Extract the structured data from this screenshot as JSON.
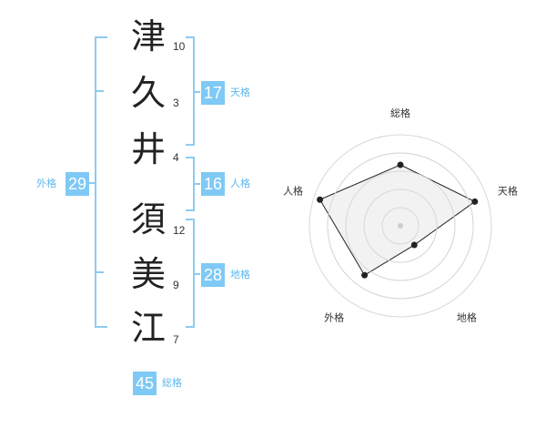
{
  "name": {
    "chars": [
      {
        "char": "津",
        "strokes": "10"
      },
      {
        "char": "久",
        "strokes": "3"
      },
      {
        "char": "井",
        "strokes": "4"
      },
      {
        "char": "須",
        "strokes": "12"
      },
      {
        "char": "美",
        "strokes": "9"
      },
      {
        "char": "江",
        "strokes": "7"
      }
    ]
  },
  "kaku": {
    "tenkaku": {
      "label": "天格",
      "value": "17"
    },
    "jinkaku": {
      "label": "人格",
      "value": "16"
    },
    "chikaku": {
      "label": "地格",
      "value": "28"
    },
    "gaikaku": {
      "label": "外格",
      "value": "29"
    },
    "soukaku": {
      "label": "総格",
      "value": "45"
    }
  },
  "colors": {
    "accent": "#7ec9f5",
    "bracket": "#8ecbf1",
    "radar_fill": "#f0f0f0",
    "radar_ring": "#d8d8d8"
  },
  "chart_data": {
    "type": "radar",
    "axes": [
      "総格",
      "天格",
      "地格",
      "外格",
      "人格"
    ],
    "values": [
      0.67,
      0.86,
      0.26,
      0.67,
      0.93
    ],
    "range": [
      0,
      1
    ],
    "rings": 5
  }
}
